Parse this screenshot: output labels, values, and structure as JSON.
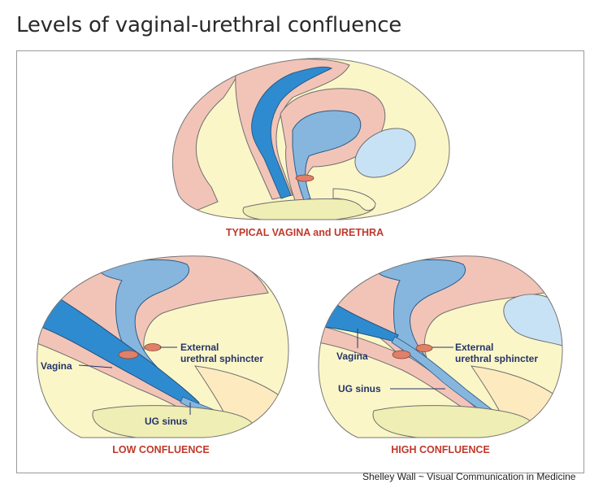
{
  "page_title": "Levels of vaginal-urethral confluence",
  "credit": "Shelley Wall  ~ Visual Communication in Medicine",
  "panels": {
    "top": {
      "caption": "TYPICAL VAGINA and URETHRA"
    },
    "left": {
      "caption": "LOW CONFLUENCE",
      "labels": {
        "vagina": "Vagina",
        "sphincter_1": "External",
        "sphincter_2": "urethral sphincter",
        "ug_sinus": "UG sinus"
      }
    },
    "right": {
      "caption": "HIGH CONFLUENCE",
      "labels": {
        "vagina": "Vagina",
        "sphincter_1": "External",
        "sphincter_2": "urethral sphincter",
        "ug_sinus": "UG sinus"
      }
    }
  },
  "colors": {
    "background_fill": "#fbf6c8",
    "tissue_pink": "#f2c4b8",
    "vagina_blue": "#2f8bcf",
    "bladder_blue": "#86b6de",
    "light_blue": "#c8e2f5",
    "sphincter": "#e08068",
    "gland_yellow": "#efeeb4",
    "caption_red": "#c0392b",
    "label_navy": "#26346a",
    "outline": "#6f6f6f"
  }
}
